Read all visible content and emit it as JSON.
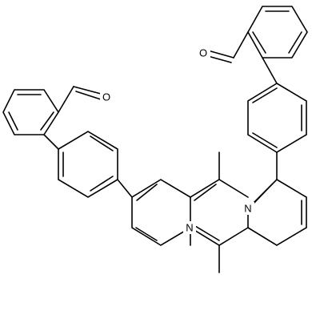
{
  "atoms": {
    "n_left": "N",
    "n_right": "N",
    "o_top": "O",
    "o_left": "O"
  }
}
